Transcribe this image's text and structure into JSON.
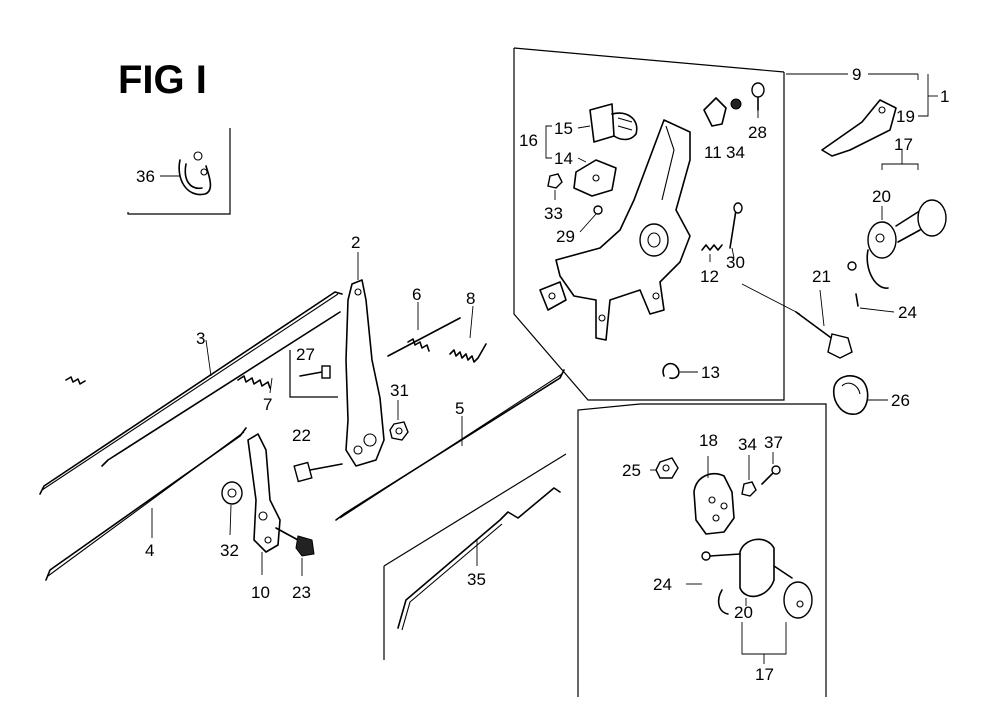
{
  "title": "FIG I",
  "callouts": {
    "c1": "1",
    "c2": "2",
    "c3": "3",
    "c4": "4",
    "c5": "5",
    "c6": "6",
    "c7": "7",
    "c8": "8",
    "c9": "9",
    "c10": "10",
    "c11": "11",
    "c12": "12",
    "c13": "13",
    "c14": "14",
    "c15": "15",
    "c16": "16",
    "c17a": "17",
    "c17b": "17",
    "c18": "18",
    "c19": "19",
    "c20a": "20",
    "c20b": "20",
    "c21": "21",
    "c22": "22",
    "c23": "23",
    "c24a": "24",
    "c24b": "24",
    "c25": "25",
    "c26": "26",
    "c27": "27",
    "c28": "28",
    "c29": "29",
    "c30": "30",
    "c31": "31",
    "c32": "32",
    "c33": "33",
    "c34a": "34",
    "c34b": "34",
    "c35": "35",
    "c36": "36",
    "c37": "37"
  }
}
